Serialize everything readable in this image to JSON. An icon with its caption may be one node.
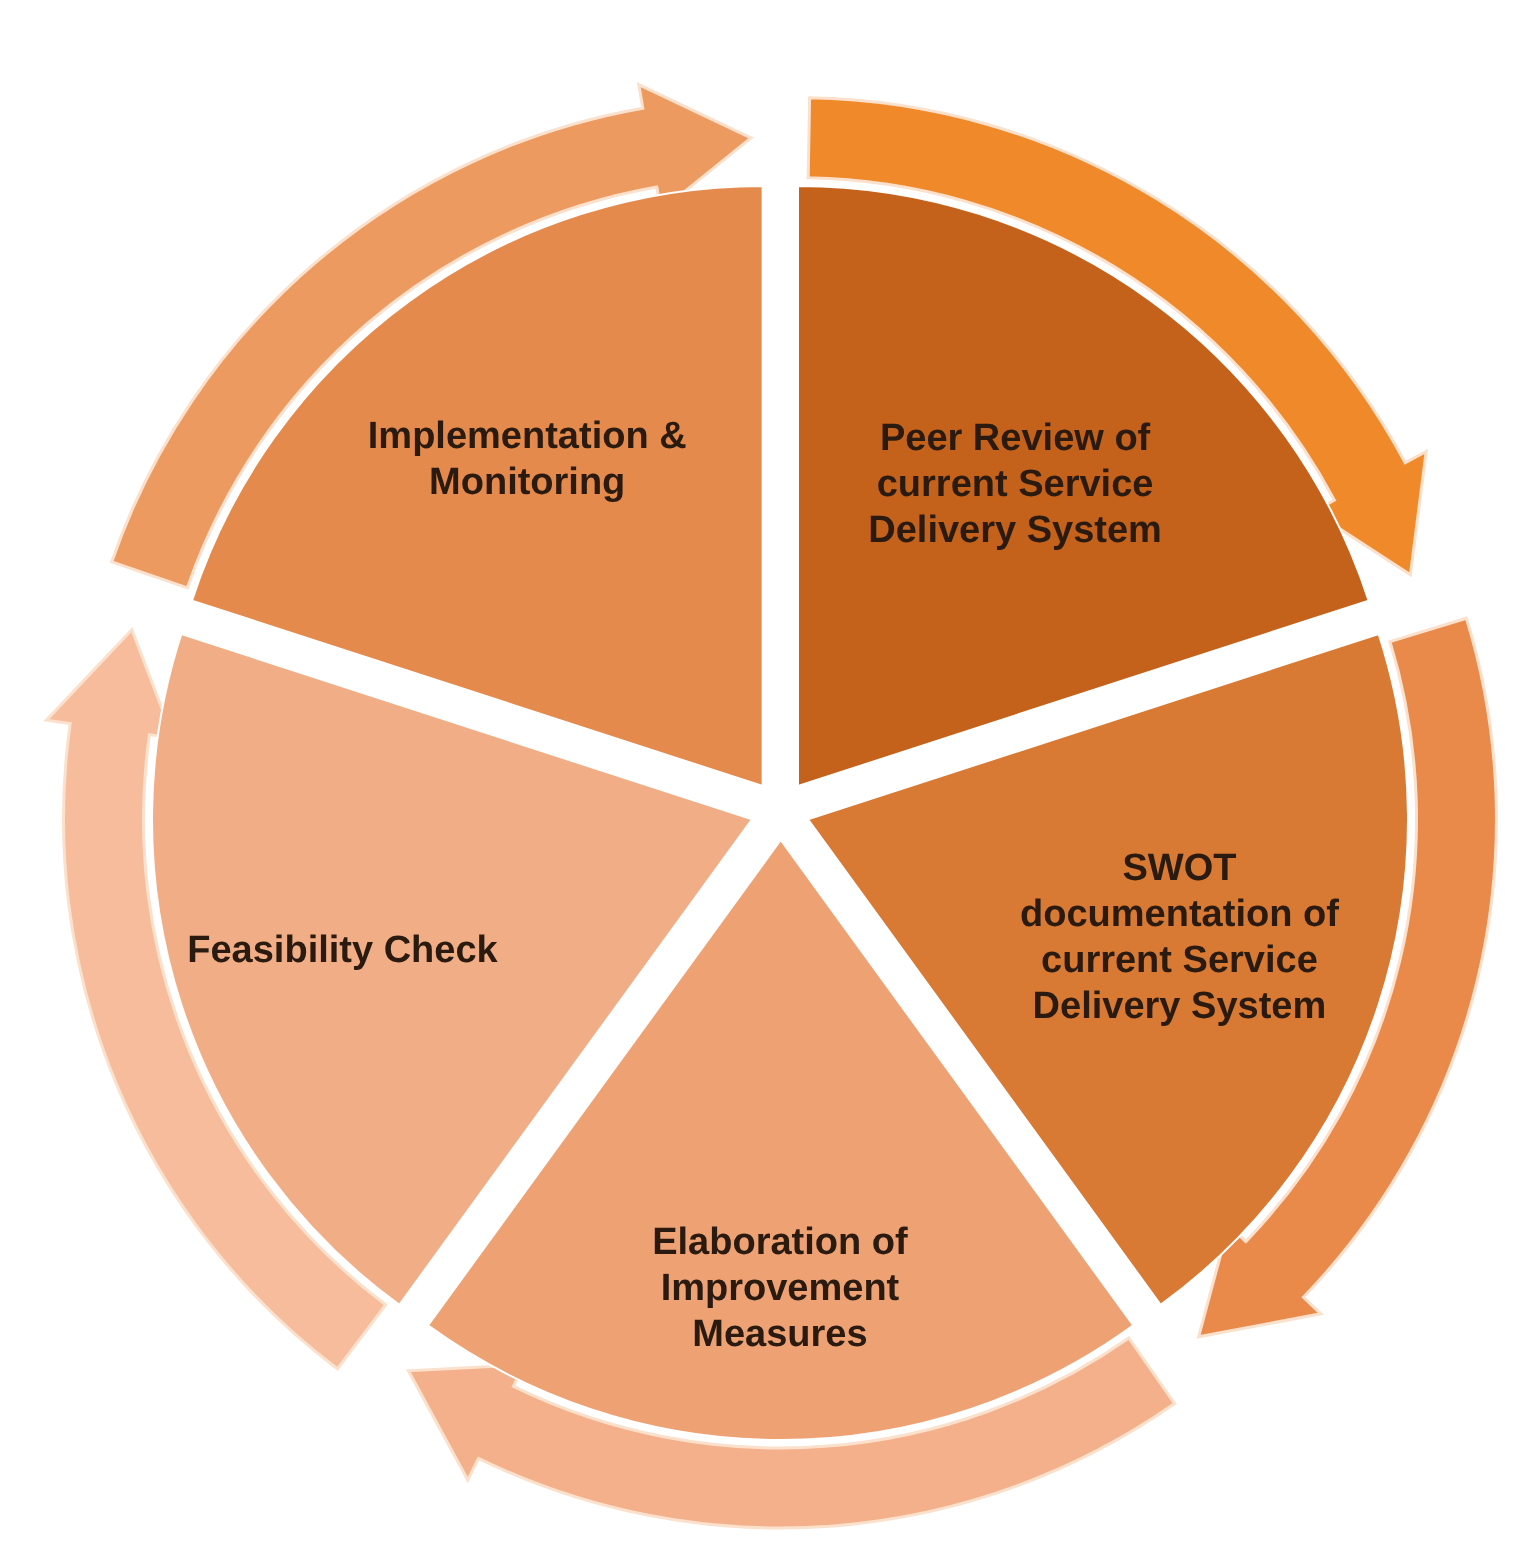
{
  "diagram": {
    "nodes": [
      {
        "text": [
          "Peer Review of current Service Delivery System"
        ]
      },
      {
        "text": [
          "SWOT documentation of current Service Delivery System"
        ]
      },
      {
        "text": [
          "Elaboration of Improvement Measures"
        ]
      },
      {
        "text": [
          "Feasibility Check"
        ]
      },
      {
        "text": [
          "Implementation & Monitoring"
        ]
      }
    ],
    "edges": [
      {
        "from": 0,
        "to": 1,
        "arrow": "to"
      },
      {
        "from": 1,
        "to": 2,
        "arrow": "to"
      },
      {
        "from": 2,
        "to": 3,
        "arrow": "to"
      },
      {
        "from": 3,
        "to": 4,
        "arrow": "to"
      },
      {
        "from": 4,
        "to": 0,
        "arrow": "to"
      }
    ]
  }
}
